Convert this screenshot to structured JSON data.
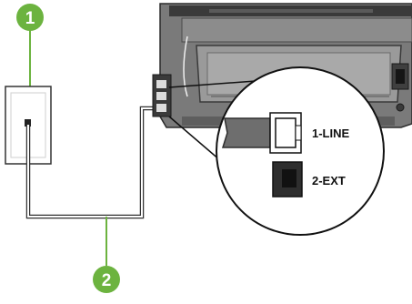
{
  "callouts": {
    "wall_jack": "1",
    "phone_cord": "2"
  },
  "ports": {
    "line": "1-LINE",
    "ext": "2-EXT"
  },
  "colors": {
    "callout_fill": "#6cb33f",
    "callout_line": "#6cb33f",
    "printer_body": "#6f6f6f",
    "printer_dark": "#2b2b2b"
  }
}
